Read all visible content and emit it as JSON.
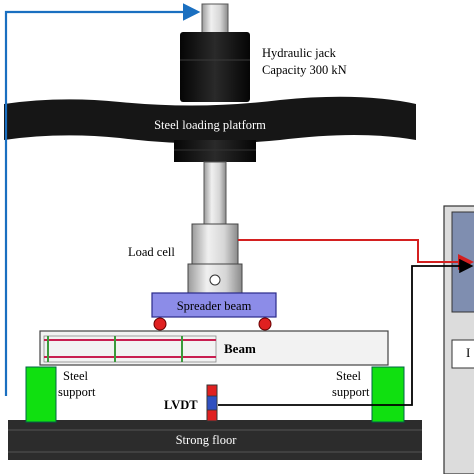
{
  "labels": {
    "jack_line1": "Hydraulic jack",
    "jack_line2": "Capacity 300 kN",
    "platform": "Steel loading platform",
    "load_cell": "Load cell",
    "spreader": "Spreader beam",
    "beam": "Beam",
    "support_left_1": "Steel",
    "support_left_2": "support",
    "support_right_1": "Steel",
    "support_right_2": "support",
    "lvdt": "LVDT",
    "floor": "Strong floor",
    "right_panel_letter": "I"
  },
  "colors": {
    "hydraulic_line": "#1a6fc0",
    "load_line": "#d42020",
    "lvdt_line": "#000000",
    "support": "#10e010",
    "spreader": "#8c8ce8",
    "roller": "#e02020",
    "rebar": "#c81e50",
    "stirrup": "#3a9a3a",
    "dark": "#141414"
  }
}
